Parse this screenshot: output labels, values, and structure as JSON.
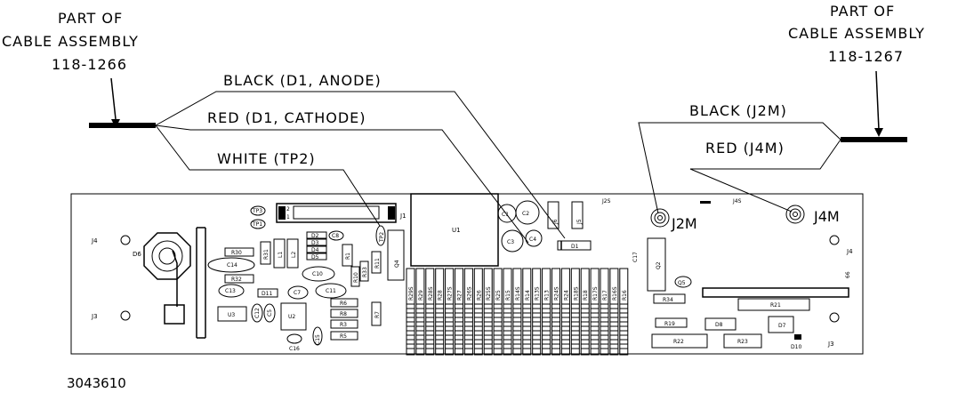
{
  "callouts": {
    "left_assembly": [
      "PART OF",
      "CABLE ASSEMBLY",
      "118-1266"
    ],
    "right_assembly": [
      "PART OF",
      "CABLE ASSEMBLY",
      "118-1267"
    ],
    "wire_black_d1": "BLACK (D1, ANODE)",
    "wire_red_d1": "RED (D1, CATHODE)",
    "wire_white": "WHITE (TP2)",
    "wire_black_j2m": "BLACK (J2M)",
    "wire_red_j4m": "RED (J4M)",
    "j2m": "J2M",
    "j4m": "J4M",
    "part_number": "3043610"
  },
  "board": {
    "labels": {
      "j4_left": "J4",
      "j3_left": "J3",
      "j4_right": "J4",
      "j3_right": "J3",
      "j1": "J1",
      "j2s": "J2S",
      "j4s": "J4S",
      "d6": "D6",
      "u1": "U1",
      "u2": "U2",
      "u3": "U3",
      "q2": "Q2",
      "q4": "Q4",
      "q5": "Q5",
      "d1": "D1",
      "d2": "D2",
      "d3": "D3",
      "d4": "D4",
      "d5": "D5",
      "d7": "D7",
      "d8": "D8",
      "d10": "D10",
      "d11": "D11",
      "j5": "J5",
      "j6": "J6",
      "l1": "L1",
      "l2": "L2",
      "tp1": "TP1",
      "tp2": "TP2",
      "tp3": "TP3",
      "c1": "C1",
      "c2": "C2",
      "c3": "C3",
      "c4": "C4",
      "c5": "C5",
      "c7": "C7",
      "c8": "C8",
      "c10": "C10",
      "c11": "C11",
      "c12": "C12",
      "c13": "C13",
      "c14": "C14",
      "c15": "C15",
      "c16": "C16",
      "c17": "C17",
      "r1": "R1",
      "r3": "R3",
      "r5": "R5",
      "r6": "R6",
      "r7": "R7",
      "r8": "R8",
      "r10": "R10",
      "r11": "R11",
      "r19": "R19",
      "r21": "R21",
      "r22": "R22",
      "r23": "R23",
      "r30": "R30",
      "r31": "R31",
      "r32": "R32",
      "r33": "R33",
      "r34": "R34",
      "edge_66": "66",
      "connector_pin2": "2",
      "connector_pin1": "1"
    },
    "resistor_bank": [
      "R29S",
      "R29",
      "R28S",
      "R28",
      "R27S",
      "R27",
      "R26S",
      "R26",
      "R25S",
      "R25",
      "R15",
      "R14S",
      "R14",
      "R13S",
      "R13",
      "R24S",
      "R24",
      "R18S",
      "R18",
      "R17S",
      "R17",
      "R16S",
      "R16"
    ]
  }
}
